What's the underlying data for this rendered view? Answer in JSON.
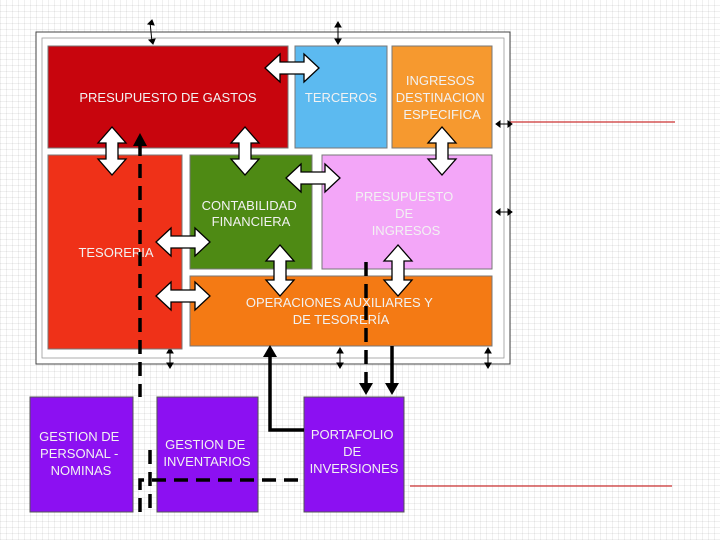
{
  "colors": {
    "presupuesto_gastos": "#c8050d",
    "tesoreria": "#ef3118",
    "contabilidad": "#4e8a14",
    "terceros": "#5cbaf0",
    "ingresos_destinacion": "#f6992f",
    "presupuesto_ingresos": "#f3a6f8",
    "operaciones": "#f47a14",
    "modules": "#8c10f2",
    "frame": "#ffffff",
    "accent_line": "#cc3333",
    "arrow_fill": "#ffffff",
    "arrow_stroke": "#000000"
  },
  "boxes": {
    "presupuesto_gastos": {
      "lines": [
        "PRESUPUESTO DE  GASTOS"
      ]
    },
    "terceros": {
      "lines": [
        "TERCEROS"
      ]
    },
    "ingresos_destinacion": {
      "lines": [
        "INGRESOS",
        "DESTINACION",
        "ESPECIFICA"
      ]
    },
    "tesoreria": {
      "lines": [
        "TESORERIA"
      ]
    },
    "contabilidad": {
      "lines": [
        "CONTABILIDAD",
        "FINANCIERA"
      ]
    },
    "presupuesto_ingresos": {
      "lines": [
        "PRESUPUESTO",
        "DE",
        "INGRESOS"
      ]
    },
    "operaciones": {
      "lines": [
        "OPERACIONES AUXILIARES Y",
        "DE TESORERÍA"
      ]
    },
    "gestion_personal": {
      "lines": [
        "GESTION DE",
        "PERSONAL -",
        "NOMINAS"
      ]
    },
    "gestion_inventarios": {
      "lines": [
        "GESTION DE",
        "INVENTARIOS"
      ]
    },
    "portafolio": {
      "lines": [
        "PORTAFOLIO",
        "DE",
        "INVERSIONES"
      ]
    }
  }
}
